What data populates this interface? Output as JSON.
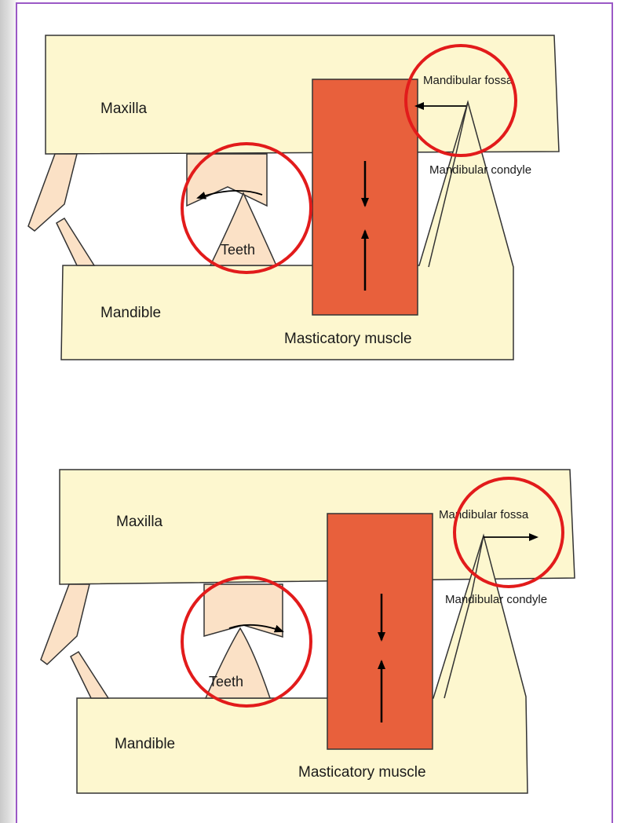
{
  "colors": {
    "bone": "#fdf7cf",
    "tooth": "#fbe1c6",
    "muscle": "#e8603c",
    "highlight_circle": "#e21b1b",
    "frame_border": "#9b59c6"
  },
  "top_panel": {
    "maxilla": "Maxilla",
    "mandible": "Mandible",
    "teeth": "Teeth",
    "muscle": "Masticatory muscle",
    "fossa": "Mandibular fossa",
    "condyle": "Mandibular condyle"
  },
  "bottom_panel": {
    "maxilla": "Maxilla",
    "mandible": "Mandible",
    "teeth": "Teeth",
    "muscle": "Masticatory muscle",
    "fossa": "Mandibular fossa",
    "condyle": "Mandibular condyle"
  }
}
